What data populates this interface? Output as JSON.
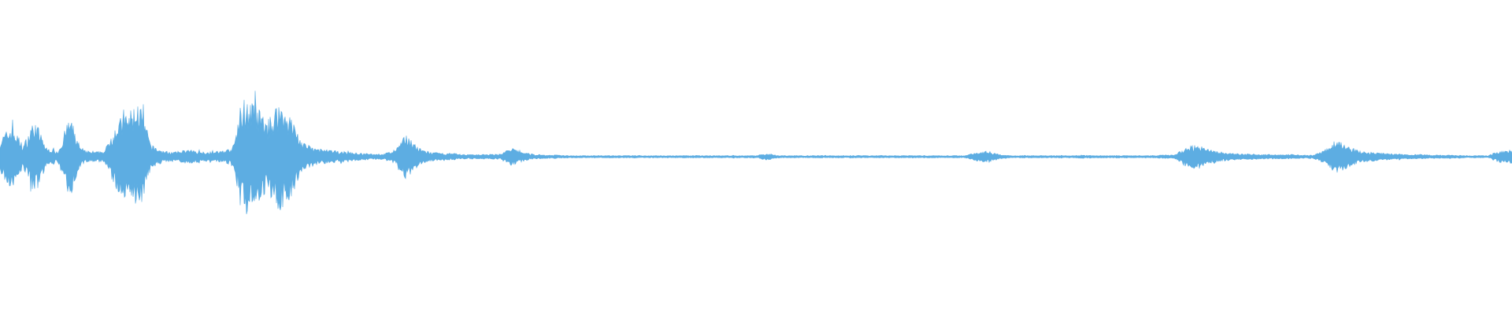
{
  "waveform": {
    "color": "#5dade2",
    "amplitude_envelope": [
      0.3,
      0.55,
      0.2,
      0.65,
      0.15,
      0.1,
      0.7,
      0.12,
      0.08,
      0.1,
      0.6,
      0.75,
      0.95,
      0.2,
      0.1,
      0.08,
      0.12,
      0.1,
      0.08,
      0.1,
      0.15,
      1.0,
      0.9,
      0.6,
      0.95,
      0.7,
      0.25,
      0.15,
      0.12,
      0.1,
      0.08,
      0.06,
      0.05,
      0.05,
      0.12,
      0.4,
      0.15,
      0.08,
      0.06,
      0.05,
      0.04,
      0.04,
      0.04,
      0.05,
      0.15,
      0.08,
      0.04,
      0.03,
      0.03,
      0.02,
      0.02,
      0.02,
      0.02,
      0.02,
      0.02,
      0.02,
      0.02,
      0.02,
      0.02,
      0.02,
      0.02,
      0.02,
      0.02,
      0.02,
      0.02,
      0.02,
      0.06,
      0.02,
      0.02,
      0.02,
      0.02,
      0.02,
      0.02,
      0.02,
      0.02,
      0.02,
      0.02,
      0.02,
      0.02,
      0.02,
      0.02,
      0.02,
      0.02,
      0.02,
      0.08,
      0.1,
      0.04,
      0.02,
      0.02,
      0.02,
      0.02,
      0.02,
      0.02,
      0.03,
      0.02,
      0.02,
      0.02,
      0.02,
      0.02,
      0.02,
      0.03,
      0.03,
      0.15,
      0.22,
      0.12,
      0.08,
      0.06,
      0.05,
      0.05,
      0.04,
      0.04,
      0.04,
      0.03,
      0.03,
      0.12,
      0.3,
      0.18,
      0.1,
      0.08,
      0.06,
      0.05,
      0.04,
      0.04,
      0.03,
      0.03,
      0.03,
      0.02,
      0.02,
      0.02,
      0.1,
      0.12
    ]
  }
}
